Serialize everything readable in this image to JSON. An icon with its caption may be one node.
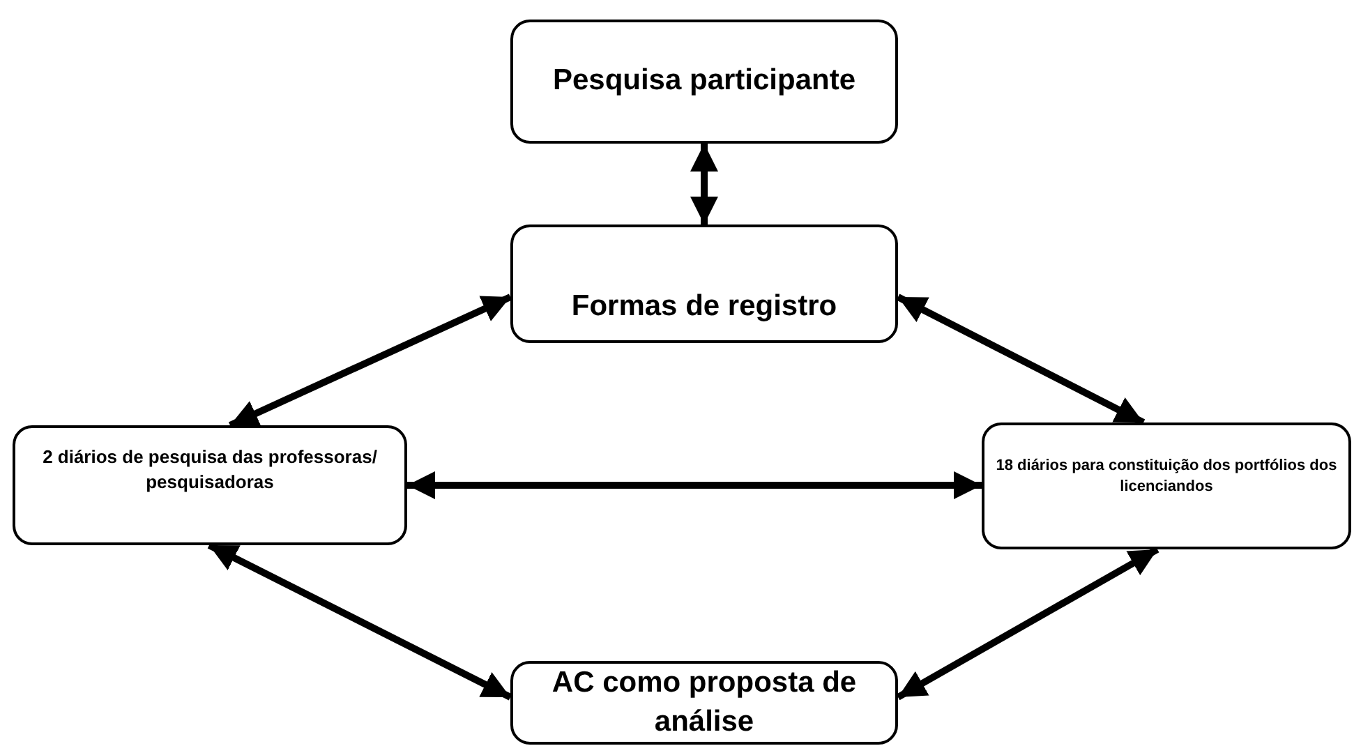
{
  "diagram": {
    "nodes": [
      {
        "text": [
          "Pesquisa participante"
        ]
      },
      {
        "text": [
          "Formas de registro"
        ]
      },
      {
        "text": [
          "2 diários de pesquisa das professoras/ pesquisadoras"
        ]
      },
      {
        "text": [
          "18 diários para constituição dos portfólios dos licenciandos"
        ]
      },
      {
        "text": [
          "AC como proposta de análise"
        ]
      }
    ],
    "edges": [
      {
        "from": 0,
        "to": 1,
        "arrow": "both"
      },
      {
        "from": 1,
        "to": 2,
        "arrow": "both"
      },
      {
        "from": 1,
        "to": 3,
        "arrow": "both"
      },
      {
        "from": 2,
        "to": 3,
        "arrow": "both"
      },
      {
        "from": 2,
        "to": 4,
        "arrow": "both"
      },
      {
        "from": 3,
        "to": 4,
        "arrow": "both"
      }
    ]
  }
}
